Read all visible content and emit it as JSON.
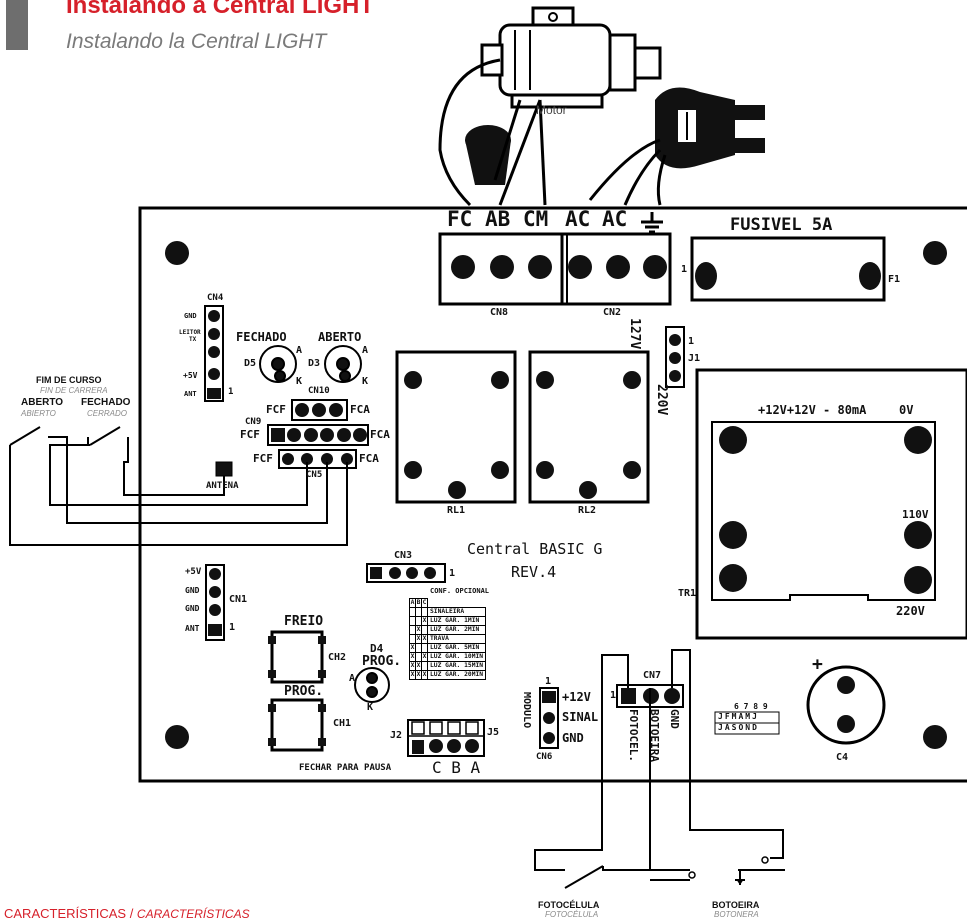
{
  "header": {
    "title": "Instalando a Central LIGHT",
    "subtitle": "Instalando la Central LIGHT"
  },
  "motor": {
    "label": "Motor"
  },
  "terminals_top": [
    "FC",
    "AB",
    "CM",
    "AC",
    "AC"
  ],
  "cn8": "CN8",
  "cn2": "CN2",
  "fuse": {
    "label": "FUSIVEL 5A",
    "pin": "1",
    "ref": "F1"
  },
  "voltage": {
    "v127": "127V",
    "v220": "220V",
    "j1": "J1",
    "one": "1"
  },
  "cn4": {
    "ref": "CN4",
    "pins": [
      "GND",
      "LEITOR",
      "TX",
      "+5V",
      "ANT"
    ],
    "one": "1"
  },
  "leds": {
    "fechado": "FECHADO",
    "aberto": "ABERTO",
    "d5": "D5",
    "d3": "D3",
    "a": "A",
    "k": "K"
  },
  "limit": {
    "fcf": "FCF",
    "fca": "FCA",
    "cn10": "CN10",
    "cn9": "CN9",
    "cn5": "CN5",
    "antena": "ANTENA"
  },
  "fim_de_curso": {
    "title": "FIM DE CURSO",
    "title_es": "FIN DE CARRERA",
    "aberto": "ABERTO",
    "aberto_es": "ABIERTO",
    "fechado": "FECHADO",
    "fechado_es": "CERRADO"
  },
  "relays": {
    "rl1": "RL1",
    "rl2": "RL2"
  },
  "transformer": {
    "top": "+12V+12V - 80mA",
    "ov": "0V",
    "v110": "110V",
    "v220": "220V",
    "ref": "TR1"
  },
  "board": {
    "name": "Central BASIC G",
    "rev": "REV.4"
  },
  "cn3": {
    "ref": "CN3",
    "one": "1"
  },
  "cn1": {
    "ref": "CN1",
    "pins": [
      "+5V",
      "GND",
      "GND",
      "ANT"
    ],
    "one": "1"
  },
  "conf": {
    "title": "CONF. OPCIONAL",
    "head": [
      "A",
      "B",
      "C"
    ],
    "rows": [
      {
        "a": "",
        "b": "",
        "c": "",
        "label": "SINALEIRA"
      },
      {
        "a": "",
        "b": "",
        "c": "X",
        "label": "LUZ GAR. 1MIN"
      },
      {
        "a": "",
        "b": "X",
        "c": "",
        "label": "LUZ GAR. 2MIN"
      },
      {
        "a": "",
        "b": "X",
        "c": "X",
        "label": "TRAVA"
      },
      {
        "a": "X",
        "b": "",
        "c": "",
        "label": "LUZ GAR. 5MIN"
      },
      {
        "a": "X",
        "b": "",
        "c": "X",
        "label": "LUZ GAR. 10MIN"
      },
      {
        "a": "X",
        "b": "X",
        "c": "",
        "label": "LUZ GAR. 15MIN"
      },
      {
        "a": "X",
        "b": "X",
        "c": "X",
        "label": "LUZ GAR. 20MIN"
      }
    ]
  },
  "buttons": {
    "freio": "FREIO",
    "ch2": "CH2",
    "prog": "PROG.",
    "ch1": "CH1",
    "d4": "D4",
    "prog_led": "PROG.",
    "a": "A",
    "k": "K"
  },
  "jumpers": {
    "j2": "J2",
    "j5": "J5",
    "cba": "C B A",
    "fechar": "FECHAR PARA PAUSA"
  },
  "cn6": {
    "ref": "CN6",
    "modulo": "MODULO",
    "one": "1",
    "pins": [
      "+12V",
      "SINAL",
      "GND"
    ]
  },
  "cn7": {
    "ref": "CN7",
    "one": "1",
    "pins": [
      "FOTOCEL.",
      "BOTOEIRA",
      "GND"
    ]
  },
  "dip": {
    "top": "6 7 8 9",
    "row1": "JFMAMJ",
    "row2": "JASOND"
  },
  "c4": {
    "ref": "C4",
    "plus": "+"
  },
  "bottom": {
    "fotocelula": "FOTOCÉLULA",
    "fotocelula_es": "FOTOCÉLULA",
    "botoeira": "BOTOEIRA",
    "botoeira_es": "BOTONERA"
  },
  "section": {
    "pt": "CARACTERÍSTICAS",
    "es": "CARACTERÍSTICAS"
  }
}
